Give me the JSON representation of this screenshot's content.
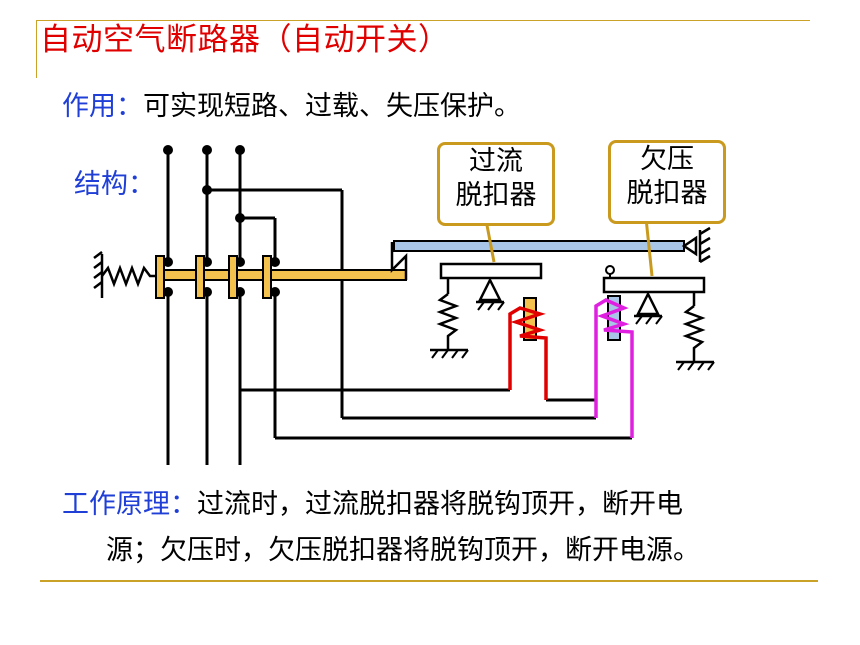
{
  "slide": {
    "title": "自动空气断路器（自动开关）",
    "function_label": "作用：",
    "function_text": "可实现短路、过载、失压保护。",
    "structure_label": "结构：",
    "overcurrent_label_line1": "过流",
    "overcurrent_label_line2": "脱扣器",
    "undervoltage_label_line1": "欠压",
    "undervoltage_label_line2": "脱扣器",
    "principle_label": "工作原理：",
    "principle_line1": "过流时，过流脱扣器将脱钩顶开，断开电",
    "principle_line2": "源；欠压时，欠压脱扣器将脱钩顶开，断开电源。"
  },
  "colors": {
    "title": "#e00000",
    "label_blue": "#1f3fd6",
    "rule_gold": "#c9a227",
    "callout_border": "#c99a1e",
    "contact_bar": "#f2c14e",
    "latch_bar": "#a8c4e6",
    "coil_red": "#e00000",
    "coil_magenta": "#e020e0"
  }
}
